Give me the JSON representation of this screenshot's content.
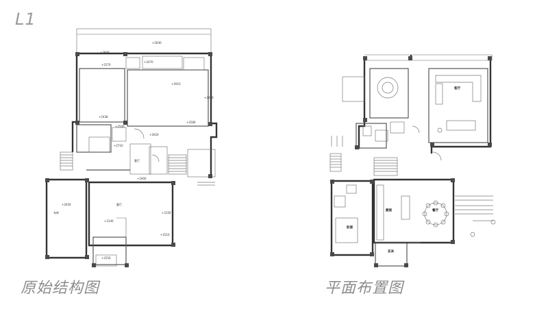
{
  "level_label": "L1",
  "captions": {
    "original": "原始结构图",
    "layout": "平面布置图"
  },
  "original_plan": {
    "elevations": [
      "+2640",
      "+2600",
      "+2470",
      "+2910",
      "+2570",
      "+2450",
      "+2438",
      "+2580",
      "+2500",
      "+2620",
      "+2710",
      "+3140",
      "+3150",
      "+2400",
      "+2650",
      "+2510",
      "+2550"
    ]
  },
  "layout_plan": {
    "rooms": [
      {
        "name": "餐厅"
      },
      {
        "name": "客厅"
      },
      {
        "name": "厨房"
      },
      {
        "name": "卧室"
      },
      {
        "name": "玄关"
      }
    ]
  },
  "colors": {
    "wall": "#4a4a4a",
    "caption": "#8c8c8c"
  }
}
